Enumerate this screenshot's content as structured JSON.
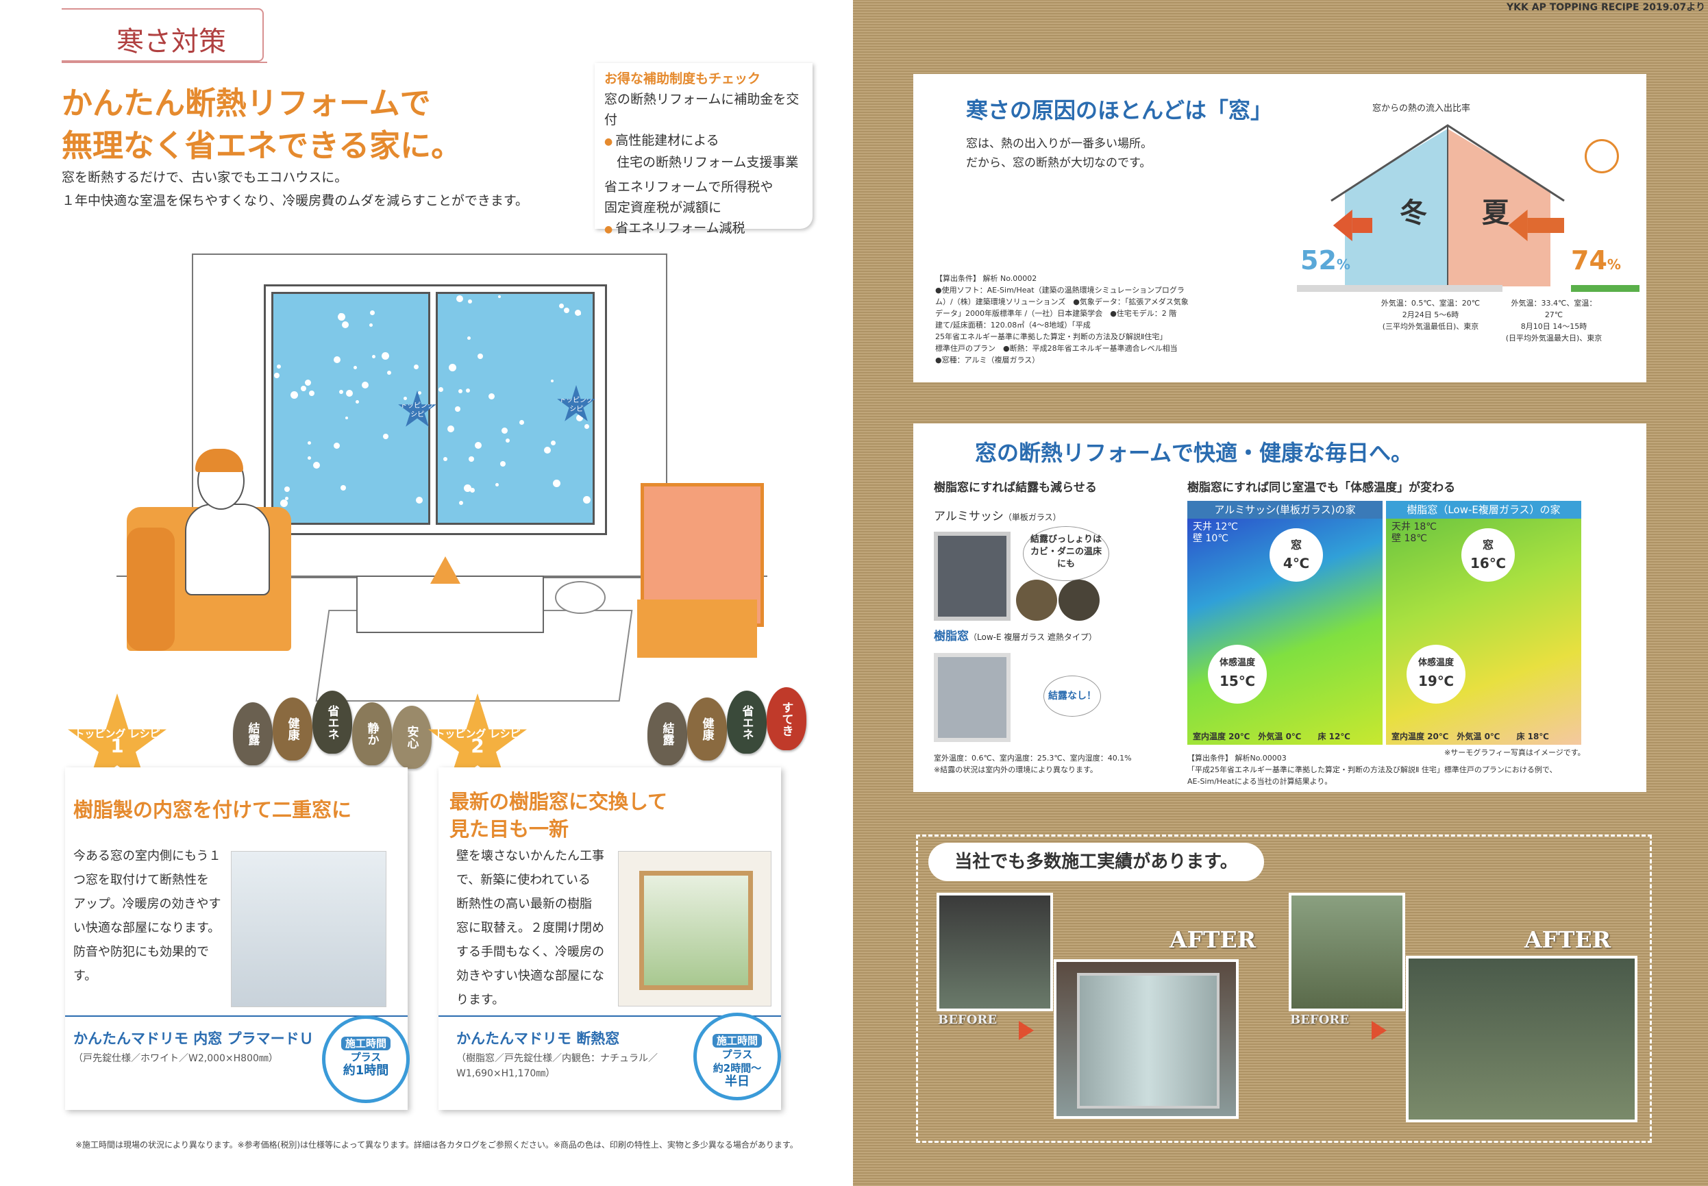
{
  "left": {
    "tag": "寒さ対策",
    "headline_1": "かんたん断熱リフォームで",
    "headline_2": "無理なく省エネできる家に。",
    "intro_1": "窓を断熱するだけで、古い家でもエコハウスに。",
    "intro_2": "１年中快適な室温を保ちやすくなり、冷暖房費のムダを減らすことができます。",
    "subsidy": {
      "title": "お得な補助制度もチェック",
      "line1": "窓の断熱リフォームに補助金を交付",
      "bullet1": "高性能建材による",
      "bullet1b": "住宅の断熱リフォーム支援事業",
      "line2": "省エネリフォームで所得税や",
      "line2b": "固定資産税が減額に",
      "bullet2": "省エネリフォーム減税"
    },
    "window_star_1": "トッピング レシピ 1",
    "window_star_2": "トッピング レシピ 2",
    "recipe1": {
      "star_label": "トッピング レシピ",
      "star_num": "1",
      "spoons": [
        "結露",
        "健康",
        "省エネ",
        "静か",
        "安心"
      ],
      "title": "樹脂製の内窓を付けて二重窓に",
      "text": [
        "今ある窓の室内側にもう１",
        "つ窓を取付けて断熱性を",
        "アップ。冷暖房の効きやす",
        "い快適な部屋になります。",
        "防音や防犯にも効果的で",
        "す。"
      ],
      "product": "かんたんマドリモ 内窓 プラマードＵ",
      "product_sub": "（戸先錠仕様／ホワイト／W2,000×H800㎜）",
      "clock_head": "施工時間",
      "clock_l1": "プラス",
      "clock_l2": "約1時間"
    },
    "recipe2": {
      "star_label": "トッピング レシピ",
      "star_num": "2",
      "spoons": [
        "結露",
        "健康",
        "省エネ",
        "すてき"
      ],
      "title_1": "最新の樹脂窓に交換して",
      "title_2": "見た目も一新",
      "text": [
        "壁を壊さないかんたん工事",
        "で、新築に使われている",
        "断熱性の高い最新の樹脂",
        "窓に取替え。２度開け閉め",
        "する手間もなく、冷暖房の",
        "効きやすい快適な部屋にな",
        "ります。"
      ],
      "product": "かんたんマドリモ 断熱窓",
      "product_sub1": "（樹脂窓／戸先錠仕様／内観色：ナチュラル／",
      "product_sub2": "W1,690×H1,170㎜）",
      "clock_head": "施工時間",
      "clock_l1": "プラス",
      "clock_l2": "約2時間～",
      "clock_l3": "半日"
    },
    "footnote": "※施工時間は現場の状況により異なります。※参考価格(税別)は仕様等によって異なります。詳細は各カタログをご参照ください。※商品の色は、印刷の特性上、実物と多少異なる場合があります。"
  },
  "right": {
    "header": "YKK AP TOPPING RECIPE 2019.07より",
    "panel1": {
      "title": "寒さの原因のほとんどは「窓」",
      "text1": "窓は、熱の出入りが一番多い場所。",
      "text2": "だから、窓の断熱が大切なのです。",
      "chart_caption": "窓からの熱の流入出比率",
      "winter_label": "冬",
      "summer_label": "夏",
      "winter_pct": "52",
      "summer_pct": "74",
      "pct_unit": "%",
      "winter_cond1": "外気温：0.5℃、室温：20℃",
      "winter_cond2": "2月24日 5～6時",
      "winter_cond3": "(三平均外気温最低日)、東京",
      "summer_cond1": "外気温：33.4℃、室温：27℃",
      "summer_cond2": "8月10日 14～15時",
      "summer_cond3": "(日平均外気温最大日)、東京",
      "conditions": [
        "【算出条件】 解析 No.00002",
        "●使用ソフト：AE-Sim/Heat（建築の温熱環境シミュレーションプログラ",
        "ム）/（株）建築環境ソリューションズ　●気象データ：「拡張アメダス気象",
        "データ」2000年版標準年 /（一社）日本建築学会　●住宅モデル：2 階",
        "建て/延床面積：120.08㎡（4～8地域）「平成",
        "25年省エネルギー基準に準拠した算定・判断の方法及び解説Ⅱ住宅」",
        "標準住戸のプラン　●断熱：平成28年省エネルギー基準適合レベル相当",
        "●窓種：アルミ（複層ガラス）"
      ]
    },
    "panel2": {
      "title": "窓の断熱リフォームで快適・健康な毎日へ。",
      "left_head": "樹脂窓にすれば結露も減らせる",
      "alu_label": "アルミサッシ",
      "alu_note": "（単板ガラス）",
      "bubble_text": "結露びっしょりはカビ・ダニの温床にも",
      "resin_label": "樹脂窓",
      "resin_note": "（Low-E 複層ガラス 遮熱タイプ）",
      "no_condensation": "結露なし！",
      "left_cond1": "室外温度：0.6℃、室内温度：25.3℃、室内湿度：40.1%",
      "left_cond2": "※結露の状況は室内外の環境により異なります。",
      "right_head": "樹脂窓にすれば同じ室温でも「体感温度」が変わる",
      "alu_house": "アルミサッシ(単板ガラス)の家",
      "resin_house": "樹脂窓（Low-E複層ガラス）の家",
      "alu_ceiling": "天井 12℃",
      "alu_wall": "壁 10℃",
      "resin_ceiling": "天井 18℃",
      "resin_wall": "壁 18℃",
      "window_label": "窓",
      "alu_window_temp": "4℃",
      "resin_window_temp": "16℃",
      "feel_label": "体感温度",
      "alu_feel": "15℃",
      "resin_feel": "19℃",
      "alu_bottom": "室内温度 20℃　外気温 0℃　　床 12℃",
      "resin_bottom": "室内温度 20℃　外気温 0℃　　床 18℃",
      "thermo_note": "※サーモグラフィー写真はイメージです。",
      "right_cond1": "【算出条件】 解析No.00003",
      "right_cond2": "「平成25年省エネルギー基準に準拠した算定・判断の方法及び解説Ⅱ 住宅」標準住戸のプランにおける例で、",
      "right_cond3": "AE-Sim/Heatによる当社の計算結果より。"
    },
    "panel3": {
      "banner": "当社でも多数施工実績があります。",
      "before": "BEFORE",
      "after": "AFTER"
    }
  },
  "chart_data": {
    "type": "bar",
    "title": "窓からの熱の流入出比率",
    "categories": [
      "冬",
      "夏"
    ],
    "values": [
      52,
      74
    ],
    "ylabel": "",
    "xlabel": "",
    "ylim": [
      0,
      100
    ]
  },
  "colors": {
    "orange": "#e58a2e",
    "blue": "#2a6cb0",
    "kraft": "#b99c6b"
  }
}
